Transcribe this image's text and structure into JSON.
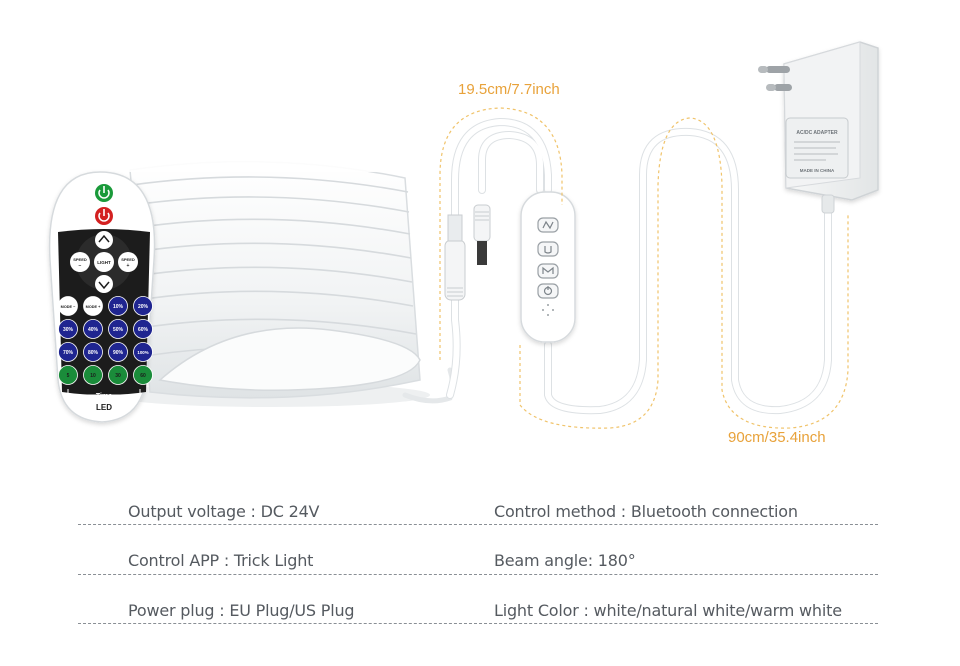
{
  "dimensions": {
    "lead_length": "19.5cm/7.7inch",
    "cable_length": "90cm/35.4inch"
  },
  "specs": [
    {
      "left": "Output voltage : DC 24V",
      "right": "Control method : Bluetooth connection"
    },
    {
      "left": "Control APP : Trick Light",
      "right": "Beam angle: 180°"
    },
    {
      "left": "Power plug : EU Plug/US Plug",
      "right": "Light Color : white/natural white/warm white"
    }
  ],
  "remote": {
    "light": "LIGHT",
    "speed_minus": "SPEED\n−",
    "speed_plus": "SPEED\n+",
    "mode_minus": "MODE −",
    "mode_plus": "MODE +",
    "brightness": [
      "10%",
      "20%",
      "30%",
      "40%",
      "50%",
      "60%",
      "70%",
      "80%",
      "90%",
      "100%"
    ],
    "timers": [
      "5",
      "10",
      "30",
      "60"
    ],
    "time_label": "Time",
    "brand": "LED"
  },
  "adapter": {
    "label_title": "AC/DC ADAPTER",
    "label_origin": "MADE IN CHINA"
  },
  "controller": {
    "button_icons": [
      "music-icon",
      "u-icon",
      "mode-icon",
      "power-icon",
      "mic-dots-icon"
    ]
  },
  "colors": {
    "dimension_text": "#e8a23a",
    "spec_text": "#555a60",
    "brightness_key": "#1f2590",
    "timer_key": "#1a8c3a",
    "power_on": "#1a9a3a",
    "power_off": "#d32020",
    "remote_keypad": "#1c1c1c"
  }
}
